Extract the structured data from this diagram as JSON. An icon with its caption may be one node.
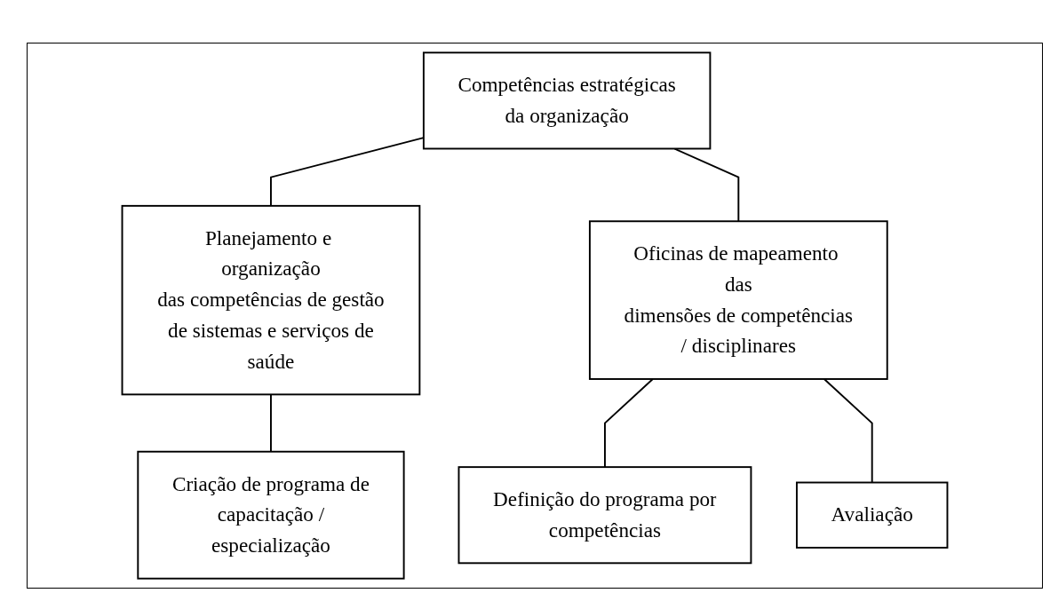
{
  "diagram": {
    "nodes": [
      {
        "text": [
          "Competências estratégicas da organização"
        ]
      },
      {
        "text": [
          "Planejamento e organização das competências de gestão de sistemas e serviços de saúde"
        ]
      },
      {
        "text": [
          "Oficinas de mapeamento das dimensões de competências / disciplinares"
        ]
      },
      {
        "text": [
          "Criação de programa de capacitação / especialização"
        ]
      },
      {
        "text": [
          "Definição do programa por competências"
        ]
      },
      {
        "text": [
          "Avaliação"
        ]
      }
    ],
    "edges": [
      {
        "from": 0,
        "to": 1,
        "arrow": "none"
      },
      {
        "from": 0,
        "to": 2,
        "arrow": "none"
      },
      {
        "from": 1,
        "to": 3,
        "arrow": "none"
      },
      {
        "from": 2,
        "to": 4,
        "arrow": "none"
      },
      {
        "from": 2,
        "to": 5,
        "arrow": "none"
      }
    ]
  }
}
